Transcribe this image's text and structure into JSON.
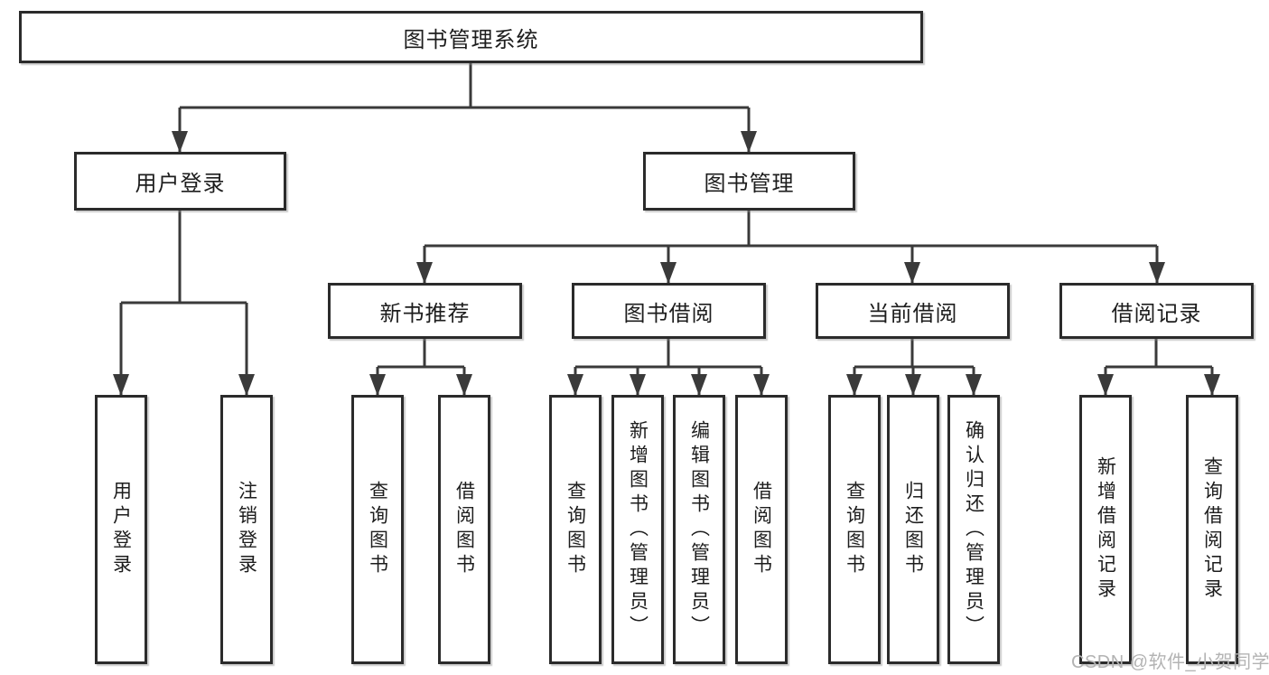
{
  "diagram": {
    "root": "图书管理系统",
    "branches": [
      {
        "label": "用户登录",
        "leaves": [
          "用户登录",
          "注销登录"
        ]
      },
      {
        "label": "图书管理",
        "children": [
          {
            "label": "新书推荐",
            "leaves": [
              "查询图书",
              "借阅图书"
            ]
          },
          {
            "label": "图书借阅",
            "leaves": [
              "查询图书",
              "新增图书（管理员）",
              "编辑图书（管理员）",
              "借阅图书"
            ]
          },
          {
            "label": "当前借阅",
            "leaves": [
              "查询图书",
              "归还图书",
              "确认归还（管理员）"
            ]
          },
          {
            "label": "借阅记录",
            "leaves": [
              "新增借阅记录",
              "查询借阅记录"
            ]
          }
        ]
      }
    ]
  },
  "watermark": "CSDN @软件_小贺同学",
  "colors": {
    "line": "#3a3a3a",
    "box_border": "#2b2b2b",
    "text": "#1d1d1d",
    "watermark": "#b3b3b3",
    "background": "#ffffff"
  }
}
